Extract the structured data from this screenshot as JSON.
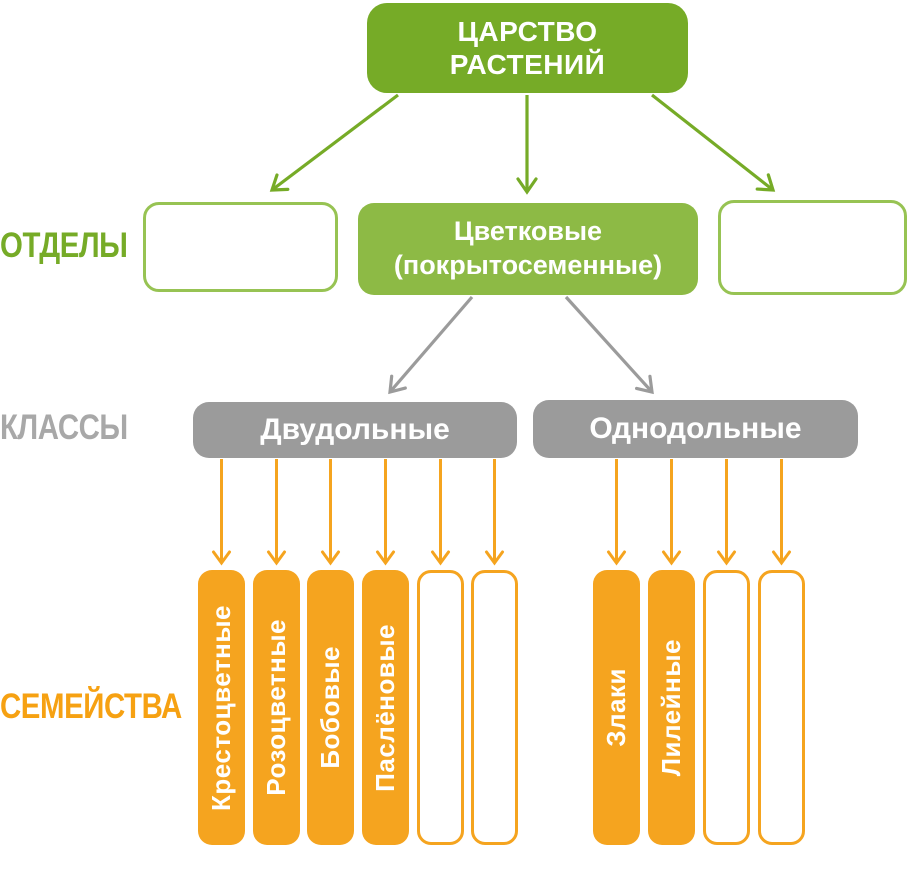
{
  "palette": {
    "green_dark": "#76ab27",
    "green_mid": "#8dba45",
    "green_border": "#97c353",
    "gray_box": "#9b9b9b",
    "gray_label": "#a8a8a8",
    "gray_arrow": "#9b9b9b",
    "orange": "#f5a41f",
    "orange_label": "#f6a112",
    "text_on_box": "#ffffff"
  },
  "rows": {
    "divisions_label": "ОТДЕЛЫ",
    "classes_label": "КЛАССЫ",
    "families_label": "СЕМЕЙСТВА"
  },
  "kingdom": {
    "label": "ЦАРСТВО\nРАСТЕНИЙ"
  },
  "divisions": {
    "center": "Цветковые\n(покрытосеменные)",
    "left_empty": "",
    "right_empty": ""
  },
  "classes": {
    "dicots": "Двудольные",
    "monocots": "Однодольные"
  },
  "families": {
    "dicots": [
      "Крестоцветные",
      "Розоцветные",
      "Бобовые",
      "Паслёновые",
      "",
      ""
    ],
    "monocots": [
      "Злаки",
      "Лилейные",
      "",
      ""
    ]
  }
}
